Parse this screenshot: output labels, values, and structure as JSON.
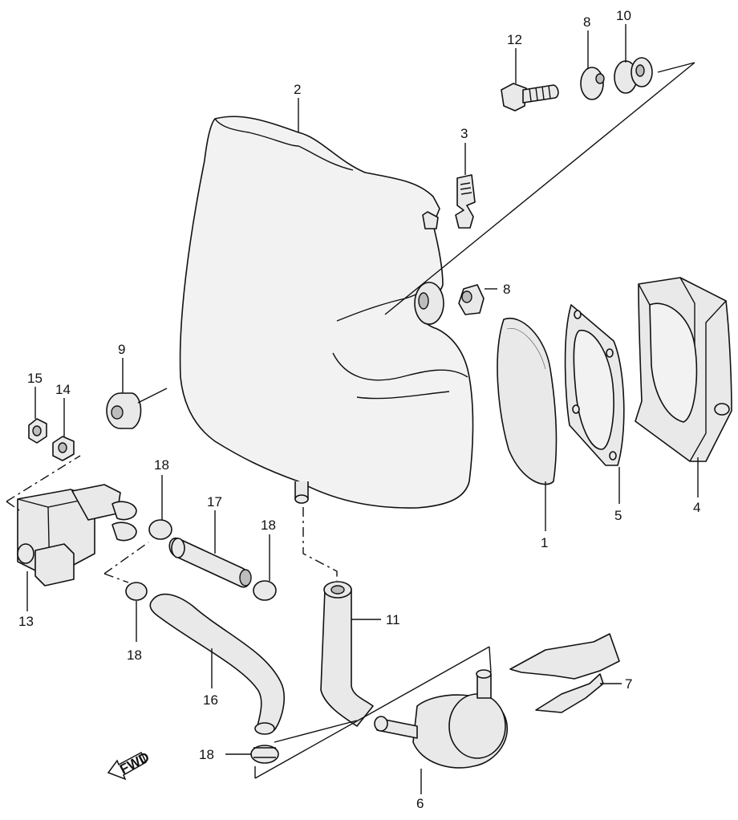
{
  "callouts": {
    "c1": "1",
    "c2": "2",
    "c3": "3",
    "c4": "4",
    "c5": "5",
    "c6": "6",
    "c7": "7",
    "c8a": "8",
    "c8b": "8",
    "c9": "9",
    "c10": "10",
    "c11": "11",
    "c12": "12",
    "c13": "13",
    "c14": "14",
    "c15": "15",
    "c16": "16",
    "c17": "17",
    "c18a": "18",
    "c18b": "18",
    "c18c": "18",
    "c18d": "18"
  },
  "fwd_label": "FWD",
  "colors": {
    "line": "#111111",
    "fill": "#e9e9e9",
    "background": "#ffffff"
  }
}
